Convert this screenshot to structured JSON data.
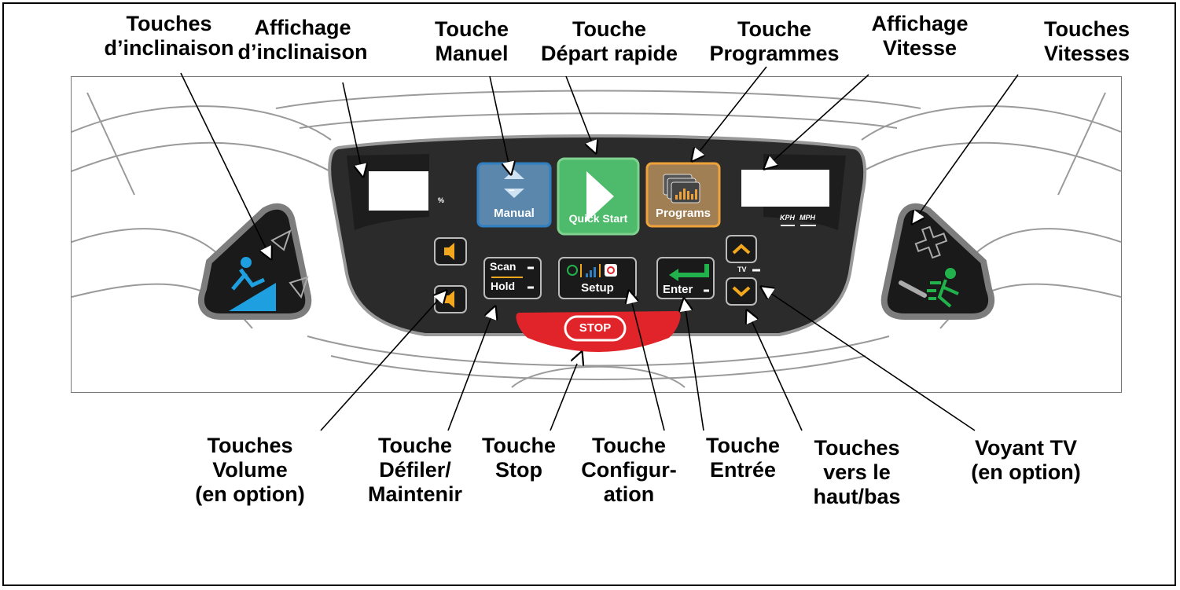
{
  "callouts": {
    "touches_inclinaison": [
      "Touches",
      "d’inclinaison"
    ],
    "affichage_inclinaison": [
      "Affichage",
      "d’inclinaison"
    ],
    "touche_manuel": [
      "Touche",
      "Manuel"
    ],
    "touche_depart_rapide": [
      "Touche",
      "Départ rapide"
    ],
    "touche_programmes": [
      "Touche",
      "Programmes"
    ],
    "affichage_vitesse": [
      "Affichage",
      "Vitesse"
    ],
    "touches_vitesses": [
      "Touches",
      "Vitesses"
    ],
    "touches_volume": [
      "Touches",
      "Volume",
      "(en option)"
    ],
    "touche_defiler": [
      "Touche",
      "Défiler/",
      "Maintenir"
    ],
    "touche_stop": [
      "Touche",
      "Stop"
    ],
    "touche_configuration": [
      "Touche",
      "Configur-",
      "ation"
    ],
    "touche_entree": [
      "Touche",
      "Entrée"
    ],
    "touches_haut_bas": [
      "Touches",
      "vers le",
      "haut/bas"
    ],
    "voyant_tv": [
      "Voyant TV",
      "(en option)"
    ]
  },
  "panel": {
    "manual": "Manual",
    "quick_start": "Quick Start",
    "programs": "Programs",
    "scan": "Scan",
    "hold": "Hold",
    "setup": "Setup",
    "enter": "Enter",
    "stop": "STOP",
    "tv": "TV",
    "percent": "%",
    "kph": "KPH",
    "mph": "MPH",
    "plus": "+",
    "minus": "–"
  },
  "colors": {
    "manual": "#2f7fc1",
    "quick_start": "#4dbb6b",
    "programs": "#f0a23a",
    "stop": "#e0242a",
    "incline_icon": "#1e9fe0",
    "speed_icon": "#22b24c",
    "volume": "#f3a71d",
    "arrows": "#f3a71d"
  }
}
